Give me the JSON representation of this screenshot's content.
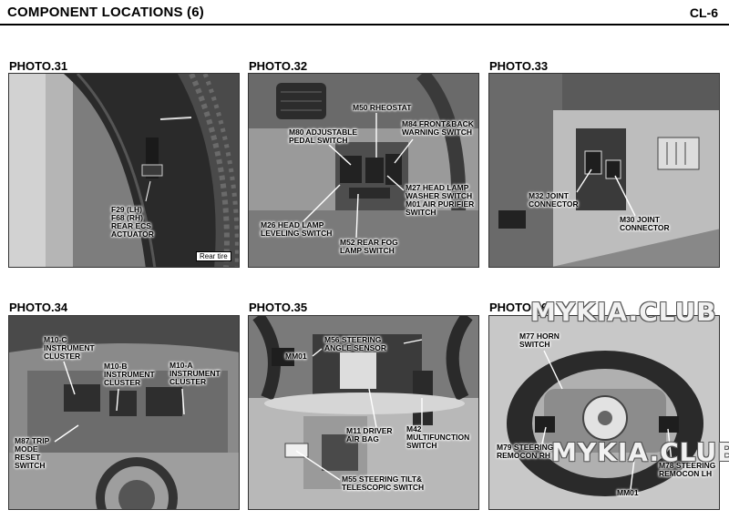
{
  "page": {
    "title": "COMPONENT LOCATIONS (6)",
    "code": "CL-6"
  },
  "photos": [
    {
      "title": "PHOTO.31",
      "labels": [
        "F29 (LH)\nF68 (RH)\nREAR ECS\nACTUATOR"
      ],
      "caption": "Rear tire"
    },
    {
      "title": "PHOTO.32",
      "labels": [
        "M50 RHEOSTAT",
        "M80 ADJUSTABLE\nPEDAL SWITCH",
        "M84 FRONT&BACK\nWARNING SWITCH",
        "M27 HEAD LAMP\nWASHER SWITCH\nM01 AIR PURIFIER\nSWITCH",
        "M26 HEAD LAMP\nLEVELING SWITCH",
        "M52 REAR FOG\nLAMP SWITCH"
      ]
    },
    {
      "title": "PHOTO.33",
      "labels": [
        "M32 JOINT\nCONNECTOR",
        "M30 JOINT\nCONNECTOR"
      ]
    },
    {
      "title": "PHOTO.34",
      "labels": [
        "M10-C\nINSTRUMENT\nCLUSTER",
        "M10-B\nINSTRUMENT\nCLUSTER",
        "M10-A\nINSTRUMENT\nCLUSTER",
        "M87 TRIP\nMODE\nRESET\nSWITCH"
      ]
    },
    {
      "title": "PHOTO.35",
      "labels": [
        "M56 STEERING\nANGLE SENSOR",
        "MM01",
        "M11 DRIVER\nAIR BAG",
        "M42\nMULTIFUNCTION\nSWITCH",
        "M55 STEERING TILT&\nTELESCOPIC SWITCH"
      ]
    },
    {
      "title": "PHOTO.36",
      "labels": [
        "M77 HORN\nSWITCH",
        "M79 STEERING\nREMOCON RH",
        "M78 STEERING\nREMOCON LH",
        "MM01"
      ]
    }
  ],
  "watermarks": [
    "MYKIA.CLUB",
    "MYKIA.CLUB"
  ]
}
